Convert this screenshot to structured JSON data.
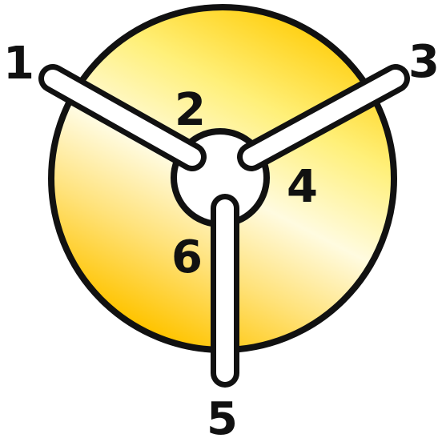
{
  "diagram": {
    "labels": {
      "end_left": "1",
      "hub_upper_left": "2",
      "end_right": "3",
      "hub_right": "4",
      "end_bottom": "5",
      "hub_lower_left": "6"
    },
    "colors": {
      "disc_gradient": [
        "#ffd21a",
        "#fff07a",
        "#fffbe0",
        "#ffe27a",
        "#ffc400"
      ],
      "outline": "#111111",
      "spoke_fill": "#ffffff",
      "text": "#111111"
    }
  }
}
